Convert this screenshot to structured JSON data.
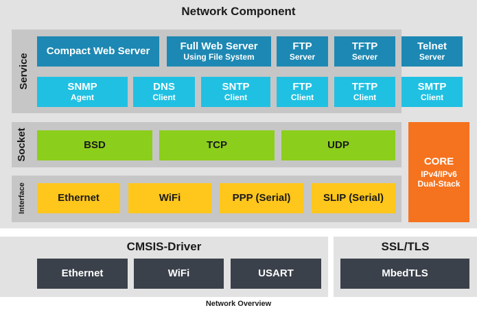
{
  "network_component": {
    "title": "Network Component",
    "service": {
      "label": "Service",
      "row1": [
        {
          "main": "Compact Web Server",
          "sub": ""
        },
        {
          "main": "Full Web Server",
          "sub": "Using File System"
        },
        {
          "main": "FTP",
          "sub": "Server"
        },
        {
          "main": "TFTP",
          "sub": "Server"
        },
        {
          "main": "Telnet",
          "sub": "Server"
        }
      ],
      "row2": [
        {
          "main": "SNMP",
          "sub": "Agent"
        },
        {
          "main": "DNS",
          "sub": "Client"
        },
        {
          "main": "SNTP",
          "sub": "Client"
        },
        {
          "main": "FTP",
          "sub": "Client"
        },
        {
          "main": "TFTP",
          "sub": "Client"
        },
        {
          "main": "SMTP",
          "sub": "Client"
        }
      ]
    },
    "socket": {
      "label": "Socket",
      "items": [
        "BSD",
        "TCP",
        "UDP"
      ]
    },
    "interface": {
      "label": "Interface",
      "items": [
        "Ethernet",
        "WiFi",
        "PPP (Serial)",
        "SLIP (Serial)"
      ]
    },
    "core": {
      "title": "CORE",
      "line1": "IPv4/IPv6",
      "line2": "Dual-Stack"
    }
  },
  "cmsis_driver": {
    "title": "CMSIS-Driver",
    "items": [
      "Ethernet",
      "WiFi",
      "USART"
    ]
  },
  "ssl_tls": {
    "title": "SSL/TLS",
    "items": [
      "MbedTLS"
    ]
  },
  "caption": "Network Overview",
  "colors": {
    "panel": "#e2e2e2",
    "band": "#c6c6c6",
    "service_dark": "#1d88b3",
    "service_light": "#20c0e2",
    "socket": "#8cce1c",
    "interface": "#ffc61c",
    "core": "#f5731f",
    "driver": "#3b414b"
  }
}
